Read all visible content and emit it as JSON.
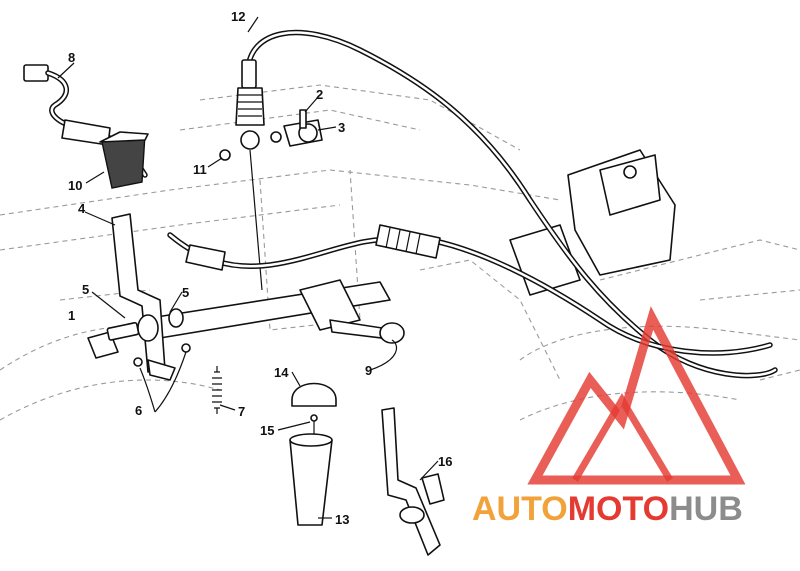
{
  "callouts": [
    {
      "id": "1",
      "text": "1"
    },
    {
      "id": "2",
      "text": "2"
    },
    {
      "id": "3",
      "text": "3"
    },
    {
      "id": "4",
      "text": "4"
    },
    {
      "id": "5a",
      "text": "5"
    },
    {
      "id": "5b",
      "text": "5"
    },
    {
      "id": "6",
      "text": "6"
    },
    {
      "id": "7",
      "text": "7"
    },
    {
      "id": "8",
      "text": "8"
    },
    {
      "id": "9",
      "text": "9"
    },
    {
      "id": "10",
      "text": "10"
    },
    {
      "id": "11",
      "text": "11"
    },
    {
      "id": "12",
      "text": "12"
    },
    {
      "id": "13",
      "text": "13"
    },
    {
      "id": "14",
      "text": "14"
    },
    {
      "id": "15",
      "text": "15"
    },
    {
      "id": "16",
      "text": "16"
    }
  ],
  "watermark": {
    "part1": "AUTO",
    "part2": "MOTO",
    "part3": "HUB",
    "colors": {
      "orange": "#f2a23a",
      "red": "#e43a32",
      "gray": "#8c8c8c"
    }
  }
}
